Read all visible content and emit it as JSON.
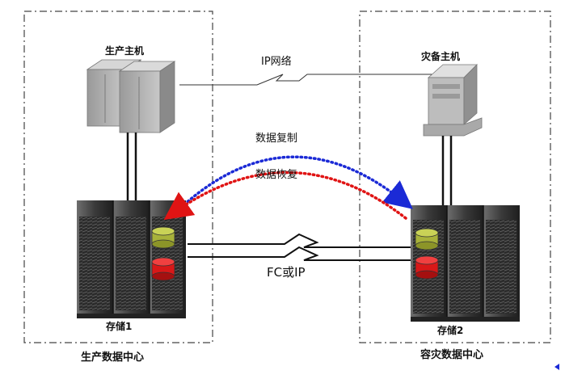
{
  "sites": {
    "production": {
      "title": "生产数据中心",
      "host_label": "生产主机",
      "storage_label": "存储1"
    },
    "disaster": {
      "title": "容灾数据中心",
      "host_label": "灾备主机",
      "storage_label": "存储2"
    }
  },
  "links": {
    "ip_network": "IP网络",
    "replication": "数据复制",
    "recovery": "数据恢复",
    "fc_ip": "FC或IP"
  },
  "colors": {
    "replication_arrow": "#1b2ad6",
    "recovery_arrow": "#e01414",
    "disk_olive": "#a8b23a",
    "disk_red": "#d81818",
    "dashed_border": "#444444"
  }
}
